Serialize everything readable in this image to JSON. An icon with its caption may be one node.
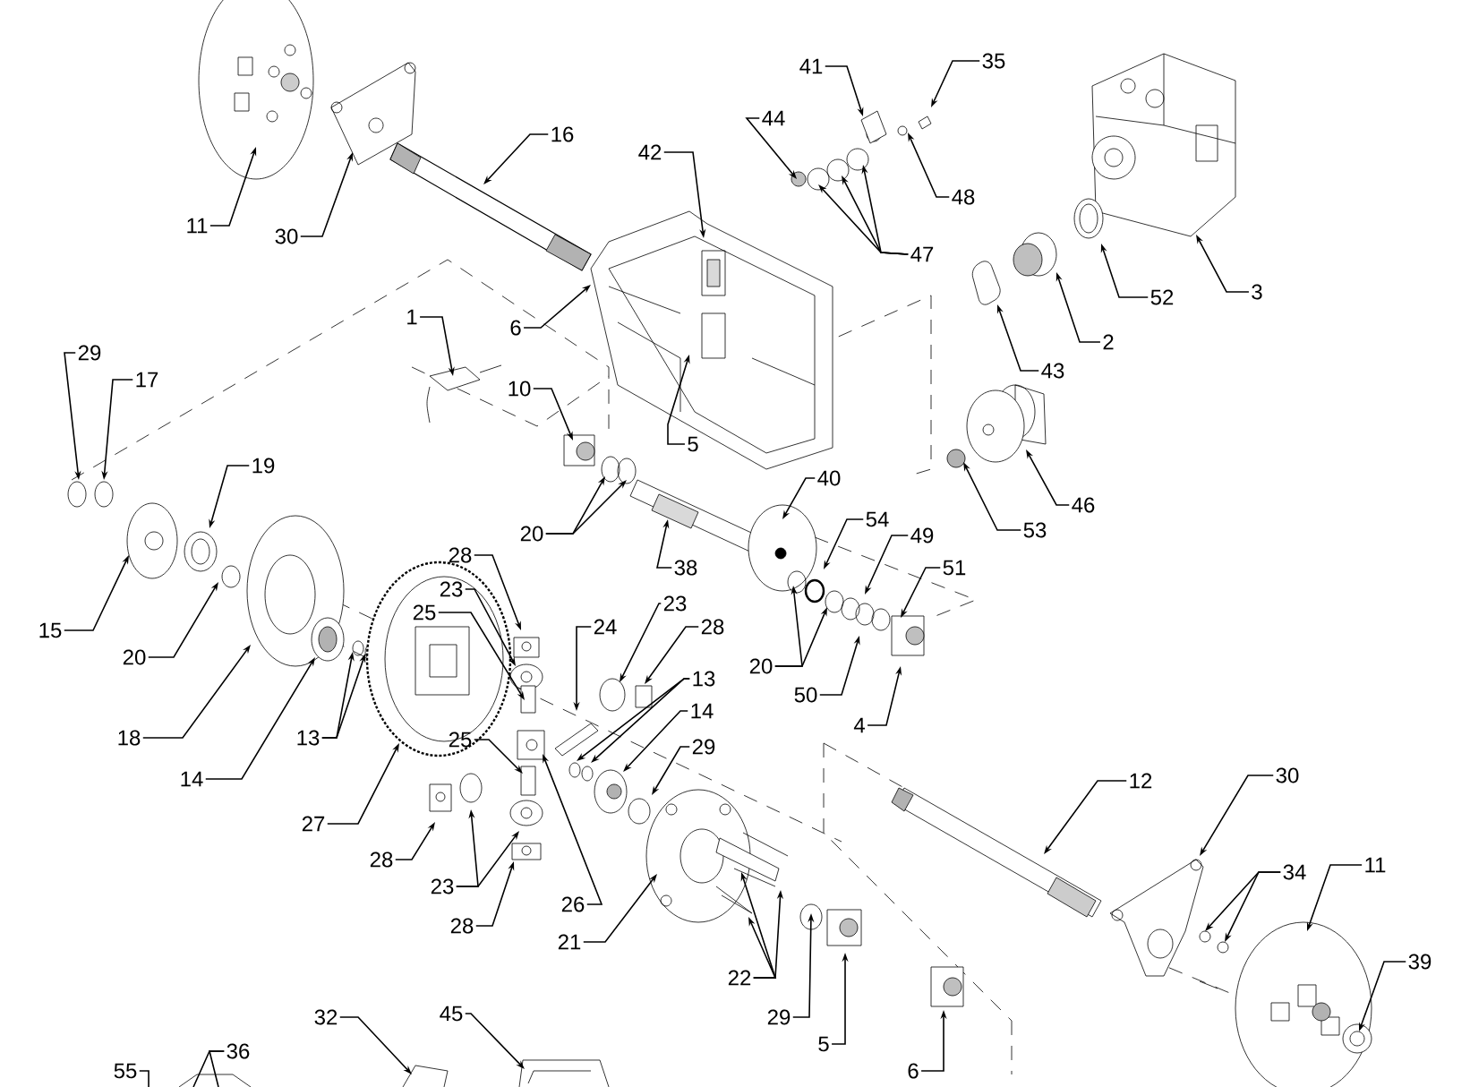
{
  "diagram": {
    "nodes": [
      {
        "text": [
          "35"
        ]
      },
      {
        "text": [
          "41"
        ]
      },
      {
        "text": [
          "44"
        ]
      },
      {
        "text": [
          "16"
        ]
      },
      {
        "text": [
          "42"
        ]
      },
      {
        "text": [
          "48"
        ]
      },
      {
        "text": [
          "11"
        ]
      },
      {
        "text": [
          "30"
        ]
      },
      {
        "text": [
          "47"
        ]
      },
      {
        "text": [
          "3"
        ]
      },
      {
        "text": [
          "52"
        ]
      },
      {
        "text": [
          "1"
        ]
      },
      {
        "text": [
          "6"
        ]
      },
      {
        "text": [
          "2"
        ]
      },
      {
        "text": [
          "29"
        ]
      },
      {
        "text": [
          "43"
        ]
      },
      {
        "text": [
          "17"
        ]
      },
      {
        "text": [
          "10"
        ]
      },
      {
        "text": [
          "5"
        ]
      },
      {
        "text": [
          "19"
        ]
      },
      {
        "text": [
          "40"
        ]
      },
      {
        "text": [
          "46"
        ]
      },
      {
        "text": [
          "54"
        ]
      },
      {
        "text": [
          "53"
        ]
      },
      {
        "text": [
          "20"
        ]
      },
      {
        "text": [
          "49"
        ]
      },
      {
        "text": [
          "38"
        ]
      },
      {
        "text": [
          "51"
        ]
      },
      {
        "text": [
          "28"
        ]
      },
      {
        "text": [
          "23"
        ]
      },
      {
        "text": [
          "23"
        ]
      },
      {
        "text": [
          "25"
        ]
      },
      {
        "text": [
          "24"
        ]
      },
      {
        "text": [
          "28"
        ]
      },
      {
        "text": [
          "15"
        ]
      },
      {
        "text": [
          "20"
        ]
      },
      {
        "text": [
          "20"
        ]
      },
      {
        "text": [
          "13"
        ]
      },
      {
        "text": [
          "50"
        ]
      },
      {
        "text": [
          "14"
        ]
      },
      {
        "text": [
          "4"
        ]
      },
      {
        "text": [
          "18"
        ]
      },
      {
        "text": [
          "13"
        ]
      },
      {
        "text": [
          "25"
        ]
      },
      {
        "text": [
          "29"
        ]
      },
      {
        "text": [
          "14"
        ]
      },
      {
        "text": [
          "12"
        ]
      },
      {
        "text": [
          "30"
        ]
      },
      {
        "text": [
          "27"
        ]
      },
      {
        "text": [
          "28"
        ]
      },
      {
        "text": [
          "11"
        ]
      },
      {
        "text": [
          "34"
        ]
      },
      {
        "text": [
          "23"
        ]
      },
      {
        "text": [
          "26"
        ]
      },
      {
        "text": [
          "28"
        ]
      },
      {
        "text": [
          "21"
        ]
      },
      {
        "text": [
          "39"
        ]
      },
      {
        "text": [
          "22"
        ]
      },
      {
        "text": [
          "32"
        ]
      },
      {
        "text": [
          "45"
        ]
      },
      {
        "text": [
          "29"
        ]
      },
      {
        "text": [
          "5"
        ]
      },
      {
        "text": [
          "36"
        ]
      },
      {
        "text": [
          "55"
        ]
      },
      {
        "text": [
          "6"
        ]
      }
    ],
    "edges": [
      {
        "from": 0,
        "to": null,
        "arrow": "to"
      },
      {
        "from": 1,
        "to": null,
        "arrow": "to"
      },
      {
        "from": 2,
        "to": null,
        "arrow": "to"
      },
      {
        "from": 3,
        "to": null,
        "arrow": "to"
      },
      {
        "from": 4,
        "to": null,
        "arrow": "to"
      },
      {
        "from": 5,
        "to": null,
        "arrow": "to"
      },
      {
        "from": 6,
        "to": null,
        "arrow": "to"
      },
      {
        "from": 7,
        "to": null,
        "arrow": "to"
      },
      {
        "from": 8,
        "to": null,
        "arrow": "to"
      },
      {
        "from": 8,
        "to": null,
        "arrow": "to"
      },
      {
        "from": 8,
        "to": null,
        "arrow": "to"
      },
      {
        "from": 9,
        "to": null,
        "arrow": "to"
      },
      {
        "from": 10,
        "to": null,
        "arrow": "to"
      },
      {
        "from": 11,
        "to": null,
        "arrow": "to"
      },
      {
        "from": 12,
        "to": null,
        "arrow": "to"
      },
      {
        "from": 13,
        "to": null,
        "arrow": "to"
      },
      {
        "from": 14,
        "to": null,
        "arrow": "to"
      },
      {
        "from": 15,
        "to": null,
        "arrow": "to"
      },
      {
        "from": 16,
        "to": null,
        "arrow": "to"
      },
      {
        "from": 17,
        "to": null,
        "arrow": "to"
      },
      {
        "from": 18,
        "to": null,
        "arrow": "to"
      },
      {
        "from": 19,
        "to": null,
        "arrow": "to"
      },
      {
        "from": 20,
        "to": null,
        "arrow": "to"
      },
      {
        "from": 21,
        "to": null,
        "arrow": "to"
      },
      {
        "from": 22,
        "to": null,
        "arrow": "to"
      },
      {
        "from": 23,
        "to": null,
        "arrow": "to"
      },
      {
        "from": 24,
        "to": null,
        "arrow": "to"
      },
      {
        "from": 24,
        "to": null,
        "arrow": "to"
      },
      {
        "from": 25,
        "to": null,
        "arrow": "to"
      },
      {
        "from": 26,
        "to": null,
        "arrow": "to"
      },
      {
        "from": 27,
        "to": null,
        "arrow": "to"
      },
      {
        "from": 28,
        "to": null,
        "arrow": "to"
      },
      {
        "from": 29,
        "to": null,
        "arrow": "to"
      },
      {
        "from": 30,
        "to": null,
        "arrow": "to"
      },
      {
        "from": 31,
        "to": null,
        "arrow": "to"
      },
      {
        "from": 32,
        "to": null,
        "arrow": "to"
      },
      {
        "from": 33,
        "to": null,
        "arrow": "to"
      },
      {
        "from": 34,
        "to": null,
        "arrow": "to"
      },
      {
        "from": 35,
        "to": null,
        "arrow": "to"
      },
      {
        "from": 36,
        "to": null,
        "arrow": "to"
      },
      {
        "from": 36,
        "to": null,
        "arrow": "to"
      },
      {
        "from": 37,
        "to": null,
        "arrow": "to"
      },
      {
        "from": 37,
        "to": null,
        "arrow": "to"
      },
      {
        "from": 38,
        "to": null,
        "arrow": "to"
      },
      {
        "from": 39,
        "to": null,
        "arrow": "to"
      },
      {
        "from": 40,
        "to": null,
        "arrow": "to"
      },
      {
        "from": 41,
        "to": null,
        "arrow": "to"
      },
      {
        "from": 42,
        "to": null,
        "arrow": "to"
      },
      {
        "from": 42,
        "to": null,
        "arrow": "to"
      },
      {
        "from": 43,
        "to": null,
        "arrow": "to"
      },
      {
        "from": 44,
        "to": null,
        "arrow": "to"
      },
      {
        "from": 45,
        "to": null,
        "arrow": "to"
      },
      {
        "from": 46,
        "to": null,
        "arrow": "to"
      },
      {
        "from": 47,
        "to": null,
        "arrow": "to"
      },
      {
        "from": 48,
        "to": null,
        "arrow": "to"
      },
      {
        "from": 49,
        "to": null,
        "arrow": "to"
      },
      {
        "from": 50,
        "to": null,
        "arrow": "to"
      },
      {
        "from": 51,
        "to": null,
        "arrow": "to"
      },
      {
        "from": 51,
        "to": null,
        "arrow": "to"
      },
      {
        "from": 52,
        "to": null,
        "arrow": "to"
      },
      {
        "from": 52,
        "to": null,
        "arrow": "to"
      },
      {
        "from": 53,
        "to": null,
        "arrow": "to"
      },
      {
        "from": 54,
        "to": null,
        "arrow": "to"
      },
      {
        "from": 55,
        "to": null,
        "arrow": "to"
      },
      {
        "from": 56,
        "to": null,
        "arrow": "to"
      },
      {
        "from": 57,
        "to": null,
        "arrow": "to"
      },
      {
        "from": 57,
        "to": null,
        "arrow": "to"
      },
      {
        "from": 57,
        "to": null,
        "arrow": "to"
      },
      {
        "from": 58,
        "to": null,
        "arrow": "to"
      },
      {
        "from": 59,
        "to": null,
        "arrow": "to"
      },
      {
        "from": 60,
        "to": null,
        "arrow": "to"
      },
      {
        "from": 61,
        "to": null,
        "arrow": "to"
      },
      {
        "from": 62,
        "to": null,
        "arrow": "none"
      },
      {
        "from": 62,
        "to": null,
        "arrow": "none"
      },
      {
        "from": 63,
        "to": null,
        "arrow": "none"
      },
      {
        "from": 64,
        "to": null,
        "arrow": "to"
      }
    ]
  }
}
